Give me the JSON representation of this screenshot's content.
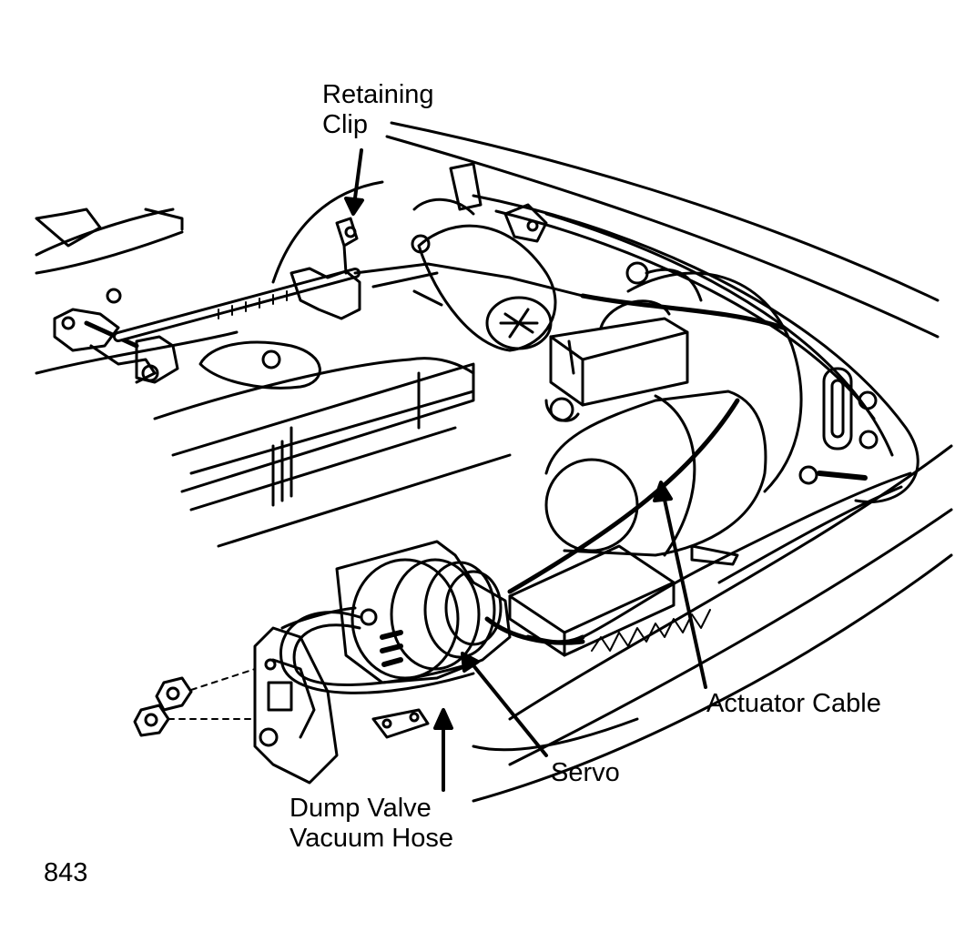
{
  "labels": {
    "retaining_clip": [
      "Retaining",
      "Clip"
    ],
    "actuator_cable": "Actuator Cable",
    "servo": "Servo",
    "dump_valve_vacuum_hose": [
      "Dump Valve",
      "Vacuum Hose"
    ],
    "figure_number": "843"
  },
  "colors": {
    "ink": "#000000",
    "paper": "#ffffff"
  }
}
